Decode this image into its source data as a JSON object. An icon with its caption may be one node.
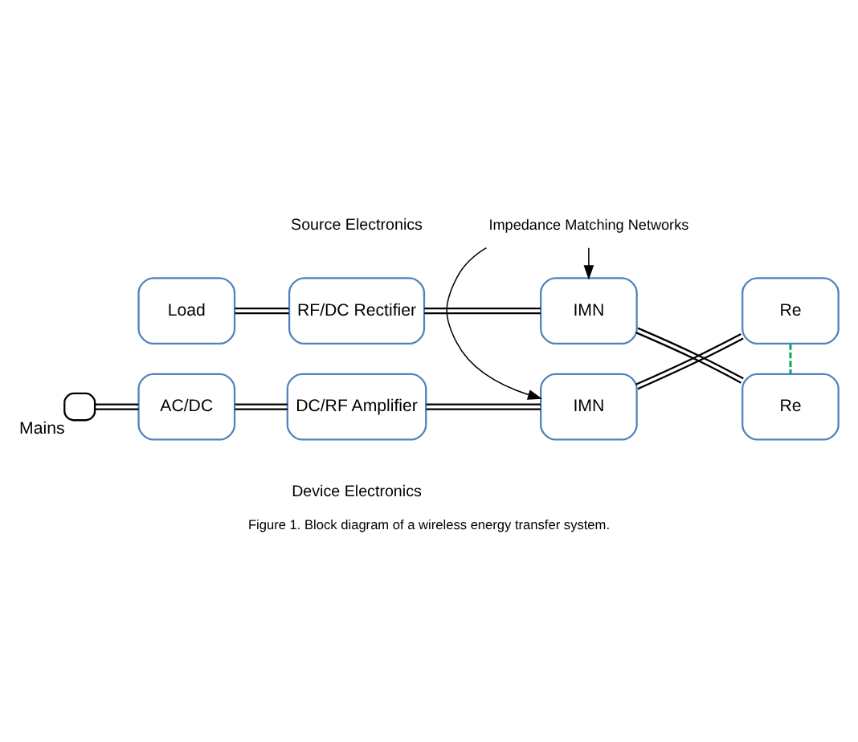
{
  "diagram": {
    "caption": "Figure 1. Block diagram of a wireless energy transfer system.",
    "nodes": [
      {
        "text": [],
        "shape": "plug",
        "beside": [
          "Mains"
        ]
      },
      {
        "text": [
          "AC/DC"
        ]
      },
      {
        "text": [
          "DC/RF Amplifier"
        ]
      },
      {
        "text": [
          "IMN"
        ]
      },
      {
        "text": [
          "Re"
        ]
      },
      {
        "text": [
          "Impedance Matching Networks"
        ]
      },
      {
        "text": [
          "Load"
        ]
      },
      {
        "text": [
          "RF/DC Rectifier"
        ]
      },
      {
        "text": [
          "IMN"
        ]
      },
      {
        "text": [
          "Re"
        ]
      }
    ],
    "edges": [
      {
        "from": 0,
        "to": 1,
        "arrow": "none"
      },
      {
        "from": 1,
        "to": 2,
        "arrow": "none"
      },
      {
        "from": 2,
        "to": 3,
        "arrow": "none"
      },
      {
        "from": 3,
        "to": 4,
        "arrow": "none"
      },
      {
        "from": 5,
        "to": 3,
        "arrow": "to"
      },
      {
        "from": 5,
        "to": 8,
        "arrow": "to"
      },
      {
        "from": 6,
        "to": 7,
        "arrow": "none"
      },
      {
        "from": 7,
        "to": 8,
        "arrow": "none"
      },
      {
        "from": 8,
        "to": 9,
        "arrow": "none"
      },
      {
        "from": 4,
        "to": 9,
        "arrow": "none",
        "style": "dashed",
        "color": "#00b050"
      }
    ],
    "labels": [
      "Source Electronics",
      "Device Electronics"
    ]
  }
}
